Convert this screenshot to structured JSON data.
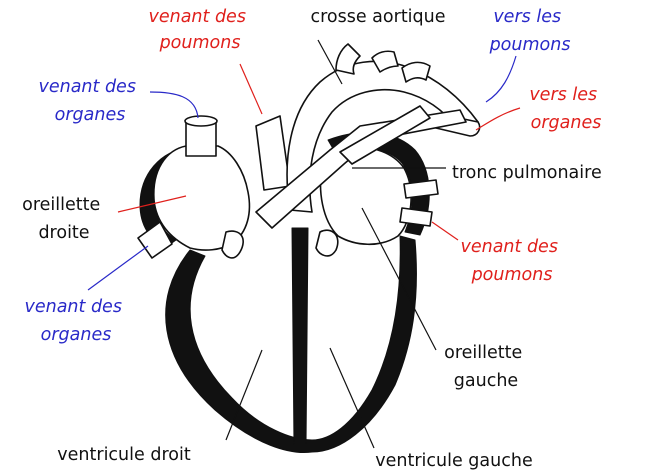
{
  "labels": {
    "venant_poumons_top": [
      "venant des",
      "poumons"
    ],
    "crosse_aortique": "crosse aortique",
    "vers_poumons": [
      "vers les",
      "poumons"
    ],
    "venant_organes_top": [
      "venant des",
      "organes"
    ],
    "vers_organes": [
      "vers les",
      "organes"
    ],
    "tronc_pulmonaire": "tronc pulmonaire",
    "oreillette_droite": [
      "oreillette",
      "droite"
    ],
    "venant_poumons_right": [
      "venant des",
      "poumons"
    ],
    "venant_organes_bottom": [
      "venant des",
      "organes"
    ],
    "oreillette_gauche": [
      "oreillette",
      "gauche"
    ],
    "ventricule_droit": "ventricule droit",
    "ventricule_gauche": "ventricule gauche"
  },
  "colors": {
    "black_labels": "#111111",
    "red_labels": "#e0201c",
    "blue_labels": "#2929c8"
  }
}
